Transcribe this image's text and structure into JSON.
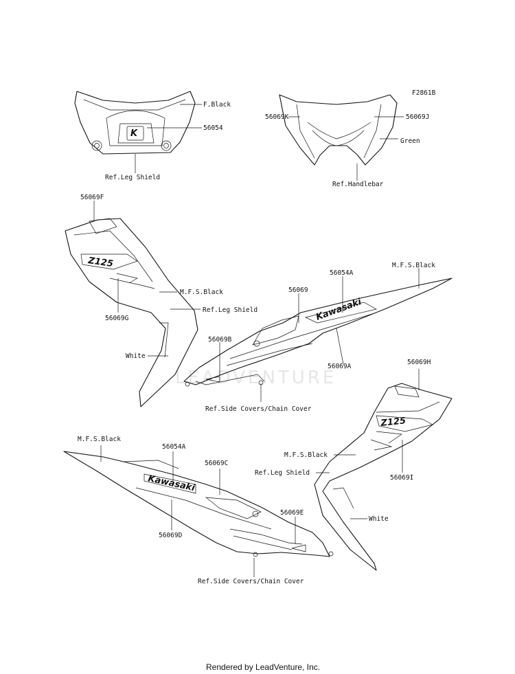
{
  "diagram_code": "F2861B",
  "labels": {
    "f_black": "F.Black",
    "p56054": "56054",
    "ref_leg_shield_top": "Ref.Leg Shield",
    "p56069K": "56069K",
    "p56069J": "56069J",
    "green": "Green",
    "ref_handlebar": "Ref.Handlebar",
    "p56069F": "56069F",
    "mfs_black_left": "M.F.S.Black",
    "ref_leg_shield_left": "Ref.Leg Shield",
    "p56069G": "56069G",
    "white_left": "White",
    "p56069": "56069",
    "p56054A_top": "56054A",
    "mfs_black_upper_right": "M.F.S.Black",
    "p56069B": "56069B",
    "p56069A": "56069A",
    "ref_side_covers_top": "Ref.Side Covers/Chain Cover",
    "p56069H": "56069H",
    "mfs_black_right": "M.F.S.Black",
    "ref_leg_shield_right": "Ref.Leg Shield",
    "p56069I": "56069I",
    "white_right": "White",
    "mfs_black_lower_left": "M.F.S.Black",
    "p56054A_bottom": "56054A",
    "p56069C": "56069C",
    "p56069E": "56069E",
    "p56069D": "56069D",
    "ref_side_covers_bottom": "Ref.Side Covers/Chain Cover"
  },
  "decals": {
    "kawasaki_upper": "Kawasaki",
    "kawasaki_lower": "Kawasaki",
    "model_left": "Z125",
    "model_right": "Z125",
    "k_badge": "K"
  },
  "watermark": "LEADVENTURE",
  "footer": "Rendered by LeadVenture, Inc."
}
